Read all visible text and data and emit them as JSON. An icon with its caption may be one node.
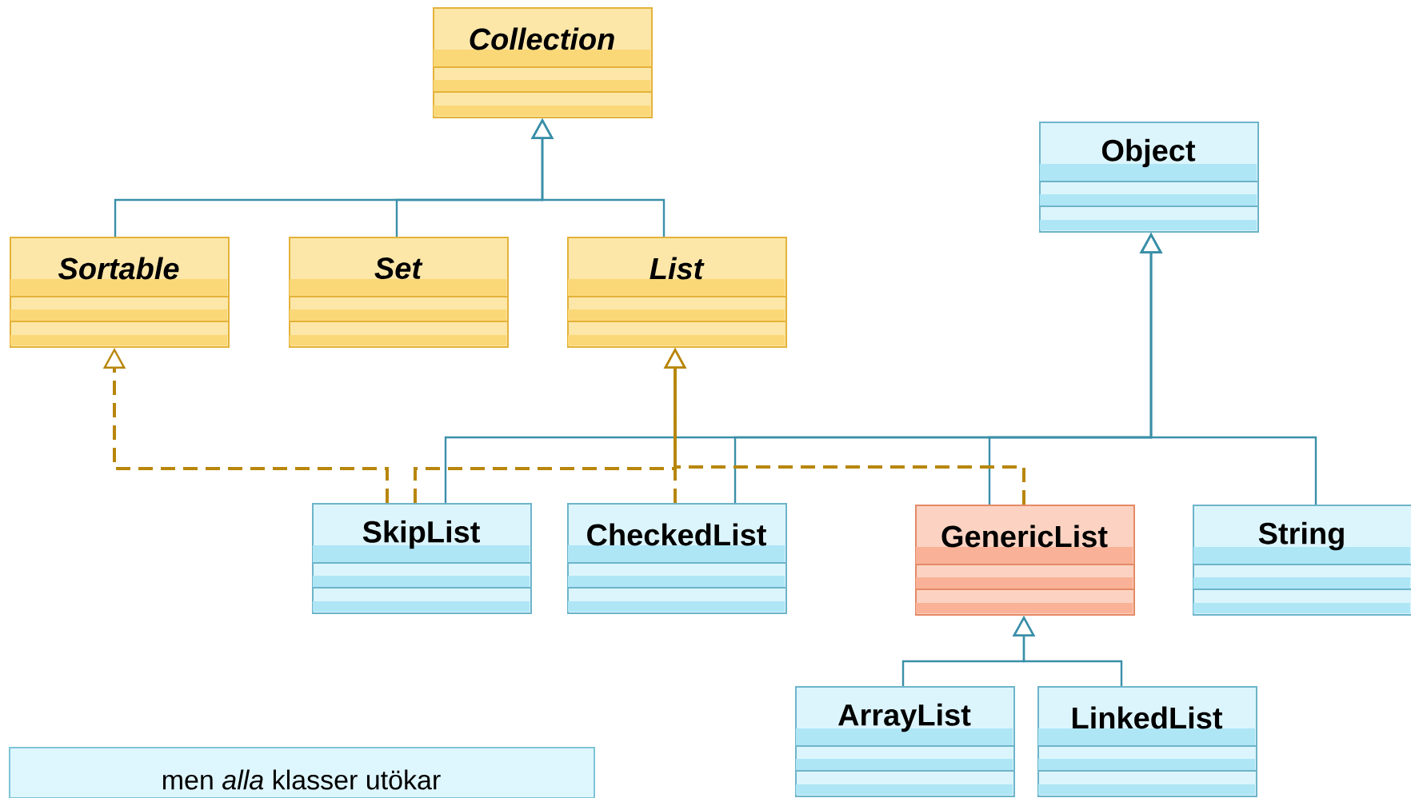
{
  "diagram": {
    "nodes": [
      {
        "text": [
          "Collection"
        ]
      },
      {
        "text": [
          "Object"
        ]
      },
      {
        "text": [
          "Sortable"
        ]
      },
      {
        "text": [
          "Set"
        ]
      },
      {
        "text": [
          "List"
        ]
      },
      {
        "text": [
          "SkipList"
        ]
      },
      {
        "text": [
          "CheckedList"
        ]
      },
      {
        "text": [
          "GenericList"
        ]
      },
      {
        "text": [
          "String"
        ]
      },
      {
        "text": [
          "ArrayList"
        ]
      },
      {
        "text": [
          "LinkedList"
        ]
      },
      {
        "text": [
          "men *alla* klasser utökar"
        ]
      }
    ],
    "edges": [
      {
        "from": 2,
        "to": 0,
        "arrow": "to"
      },
      {
        "from": 3,
        "to": 0,
        "arrow": "to"
      },
      {
        "from": 4,
        "to": 0,
        "arrow": "to"
      },
      {
        "from": 5,
        "to": 1,
        "arrow": "to"
      },
      {
        "from": 6,
        "to": 1,
        "arrow": "to"
      },
      {
        "from": 7,
        "to": 1,
        "arrow": "to"
      },
      {
        "from": 8,
        "to": 1,
        "arrow": "to"
      },
      {
        "from": 9,
        "to": 7,
        "arrow": "to"
      },
      {
        "from": 10,
        "to": 7,
        "arrow": "to"
      },
      {
        "from": 5,
        "to": 2,
        "arrow": "to",
        "style": "dashed",
        "color": "#b8860b"
      },
      {
        "from": 5,
        "to": 4,
        "arrow": "to",
        "style": "dashed",
        "color": "#b8860b"
      },
      {
        "from": 6,
        "to": 4,
        "arrow": "to",
        "style": "dashed",
        "color": "#b8860b"
      },
      {
        "from": 7,
        "to": 4,
        "arrow": "to",
        "style": "dashed",
        "color": "#b8860b"
      }
    ]
  }
}
